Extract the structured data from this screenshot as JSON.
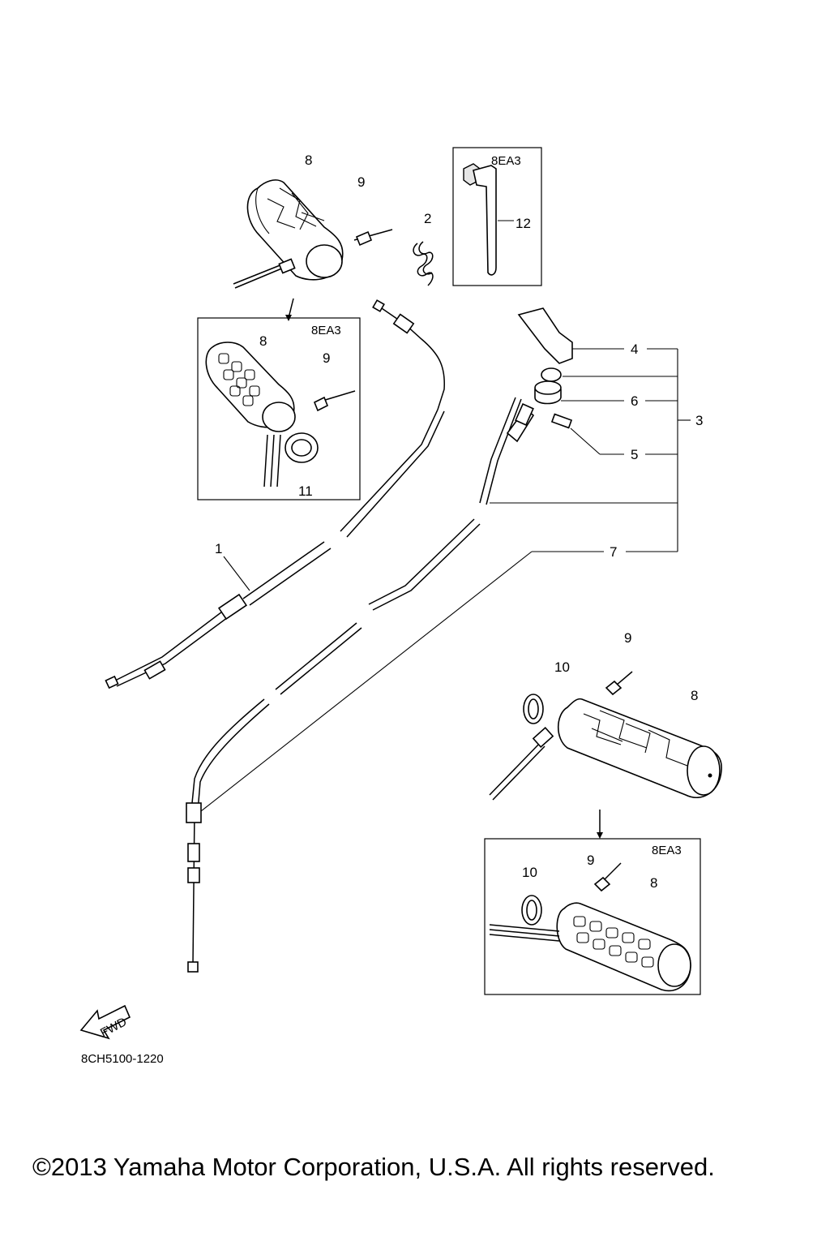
{
  "diagram": {
    "parts": {
      "p1": "1",
      "p2": "2",
      "p3": "3",
      "p4": "4",
      "p5": "5",
      "p6": "6",
      "p7": "7",
      "p8": "8",
      "p9": "9",
      "p10": "10",
      "p11": "11",
      "p12": "12"
    },
    "variant_code": "8EA3",
    "fwd_label": "FWD",
    "drawing_number": "8CH5100-1220"
  },
  "footer": {
    "copyright": "©2013 Yamaha Motor Corporation, U.S.A. All rights reserved."
  }
}
